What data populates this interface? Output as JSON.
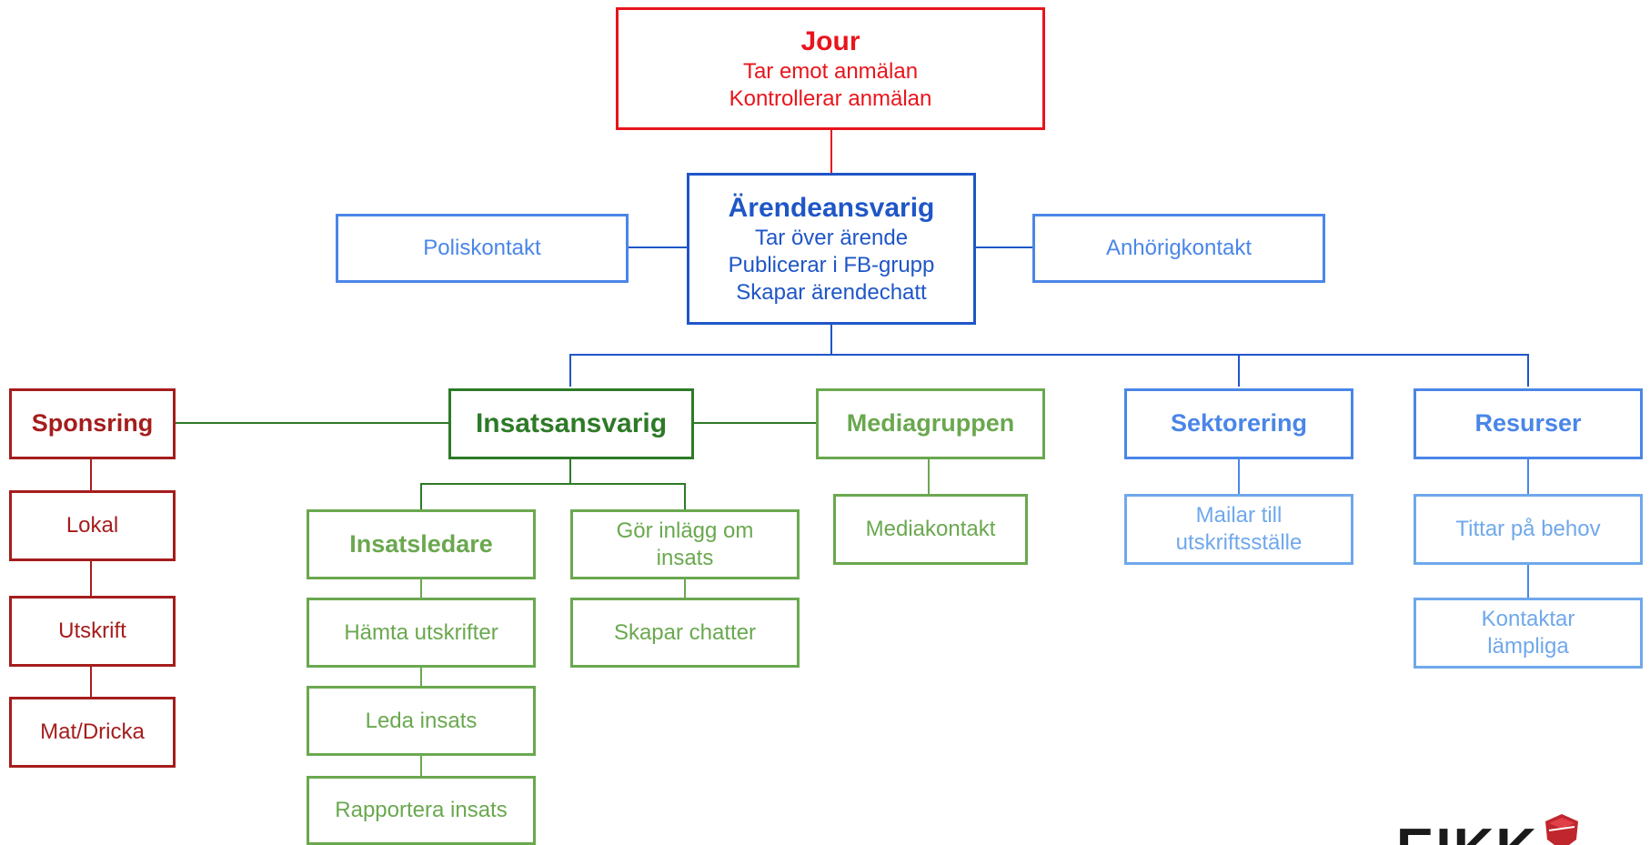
{
  "colors": {
    "red": "#e8151c",
    "dark_blue": "#1f56c7",
    "blue": "#4a86e8",
    "light_blue": "#6fa8ec",
    "maroon": "#a51d1d",
    "dark_green": "#2d7a27",
    "green": "#6aa84f"
  },
  "jour": {
    "title": "Jour",
    "lines": [
      "Tar emot anmälan",
      "Kontrollerar anmälan"
    ]
  },
  "arendeansvarig": {
    "title": "Ärendeansvarig",
    "lines": [
      "Tar över ärende",
      "Publicerar i FB-grupp",
      "Skapar ärendechatt"
    ]
  },
  "poliskontakt": "Poliskontakt",
  "anhorigkontakt": "Anhörigkontakt",
  "sponsring": {
    "title": "Sponsring",
    "children": [
      "Lokal",
      "Utskrift",
      "Mat/Dricka"
    ]
  },
  "insatsansvarig": {
    "title": "Insatsansvarig"
  },
  "insatsledare": {
    "title": "Insatsledare",
    "children": [
      "Hämta utskrifter",
      "Leda insats",
      "Rapportera insats"
    ]
  },
  "inlagg": {
    "lines": [
      "Gör inlägg om",
      "insats"
    ],
    "child": "Skapar chatter"
  },
  "mediagruppen": {
    "title": "Mediagruppen",
    "child": "Mediakontakt"
  },
  "sektorering": {
    "title": "Sektorering",
    "child_lines": [
      "Mailar till",
      "utskriftsställe"
    ]
  },
  "resurser": {
    "title": "Resurser",
    "child": "Tittar på behov",
    "child2_lines": [
      "Kontaktar",
      "lämpliga"
    ]
  },
  "logo": {
    "text": "EIKK",
    "icon": "shield-logo-icon"
  }
}
